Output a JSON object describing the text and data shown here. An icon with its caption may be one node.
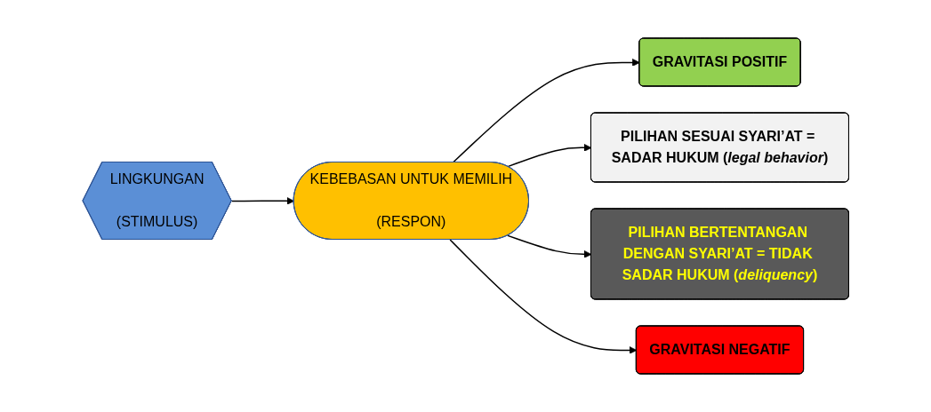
{
  "diagram": {
    "nodes": [
      {
        "text": [
          "LINGKUNGAN",
          "(STIMULUS)"
        ]
      },
      {
        "text": [
          "KEBEBASAN UNTUK MEMILIH",
          "(RESPON)"
        ]
      },
      {
        "text": [
          "GRAVITASI POSITIF"
        ]
      },
      {
        "text": [
          "PILIHAN SESUAI SYARI’AT = SADAR HUKUM (*legal behavior*)"
        ]
      },
      {
        "text": [
          "PILIHAN BERTENTANGAN DENGAN SYARI’AT = TIDAK SADAR HUKUM (*deliquency*)"
        ]
      },
      {
        "text": [
          "GRAVITASI NEGATIF"
        ]
      }
    ],
    "edges": [
      {
        "from": 0,
        "to": 1,
        "arrow": "to"
      },
      {
        "from": 1,
        "to": 2,
        "arrow": "to"
      },
      {
        "from": 1,
        "to": 3,
        "arrow": "to"
      },
      {
        "from": 1,
        "to": 4,
        "arrow": "to"
      },
      {
        "from": 1,
        "to": 5,
        "arrow": "to"
      }
    ]
  }
}
